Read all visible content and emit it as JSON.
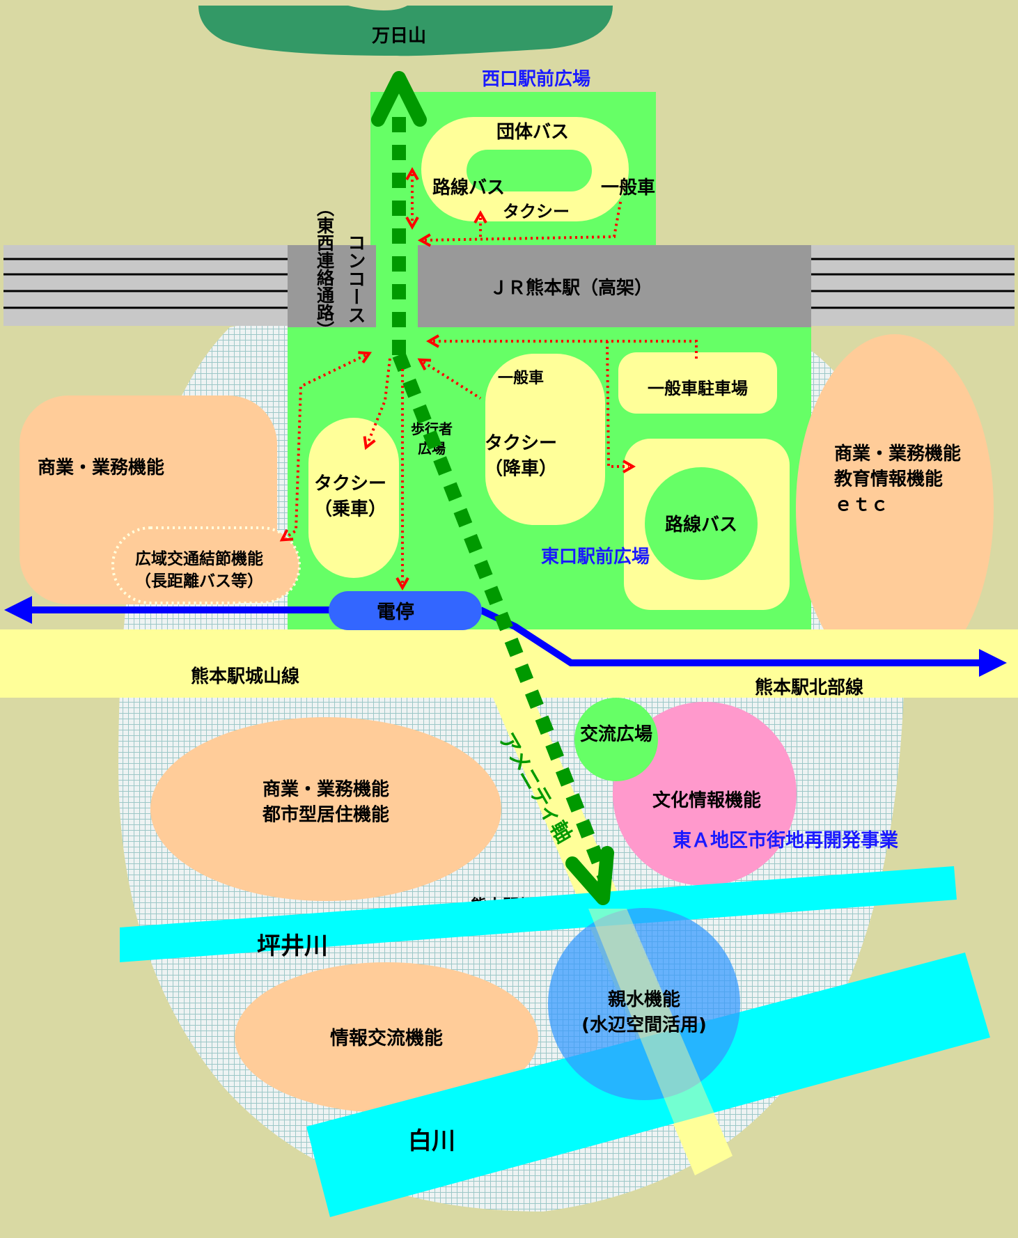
{
  "labels": {
    "mountain": "万日山",
    "west_plaza": "西口駅前広場",
    "group_bus": "団体バス",
    "route_bus_west": "路線バス",
    "general_car_west": "一般車",
    "taxi_west": "タクシー",
    "concourse_main": "コンコース",
    "concourse_sub": "（東西連絡通路）",
    "station": "ＪＲ熊本駅（高架）",
    "general_car_east": "一般車",
    "general_parking": "一般車駐車場",
    "pedestrian_plaza": "歩行者\n広場",
    "taxi_drop": "タクシー\n（降車）",
    "taxi_ride": "タクシー\n（乗車）",
    "route_bus_east": "路線バス",
    "east_plaza": "東口駅前広場",
    "commercial_left": "商業・業務機能",
    "regional_hub": "広域交通結節機能\n（長距離バス等）",
    "commercial_right": "商業・業務機能\n教育情報機能\nｅｔｃ",
    "tram_stop": "電停",
    "road_shiroyama": "熊本駅城山線",
    "road_hokubu": "熊本駅北部線",
    "exchange_plaza": "交流広場",
    "culture_info": "文化情報機能",
    "redevelopment": "東Ａ地区市街地再開発事業",
    "amenity_axis": "アメニティ軸",
    "commercial_residential": "商業・業務機能\n都市型居住機能",
    "new_outer_line": "熊本駅新外線",
    "tsuboi_river": "坪井川",
    "shirakawa_river": "白川",
    "info_exchange": "情報交流機能",
    "waterside": "親水機能\n(水辺空間活用)"
  },
  "colors": {
    "background": "#d9d9a3",
    "plaza_green": "#66ff66",
    "ellipse_yellow": "#ffff99",
    "peach": "#ffcc99",
    "pink": "#ff99cc",
    "river_cyan": "#00ffff",
    "tram_blue": "#0000ff",
    "mountain_green": "#339966",
    "arrow_red": "#ff0000",
    "label_blue": "#1a1aff"
  }
}
